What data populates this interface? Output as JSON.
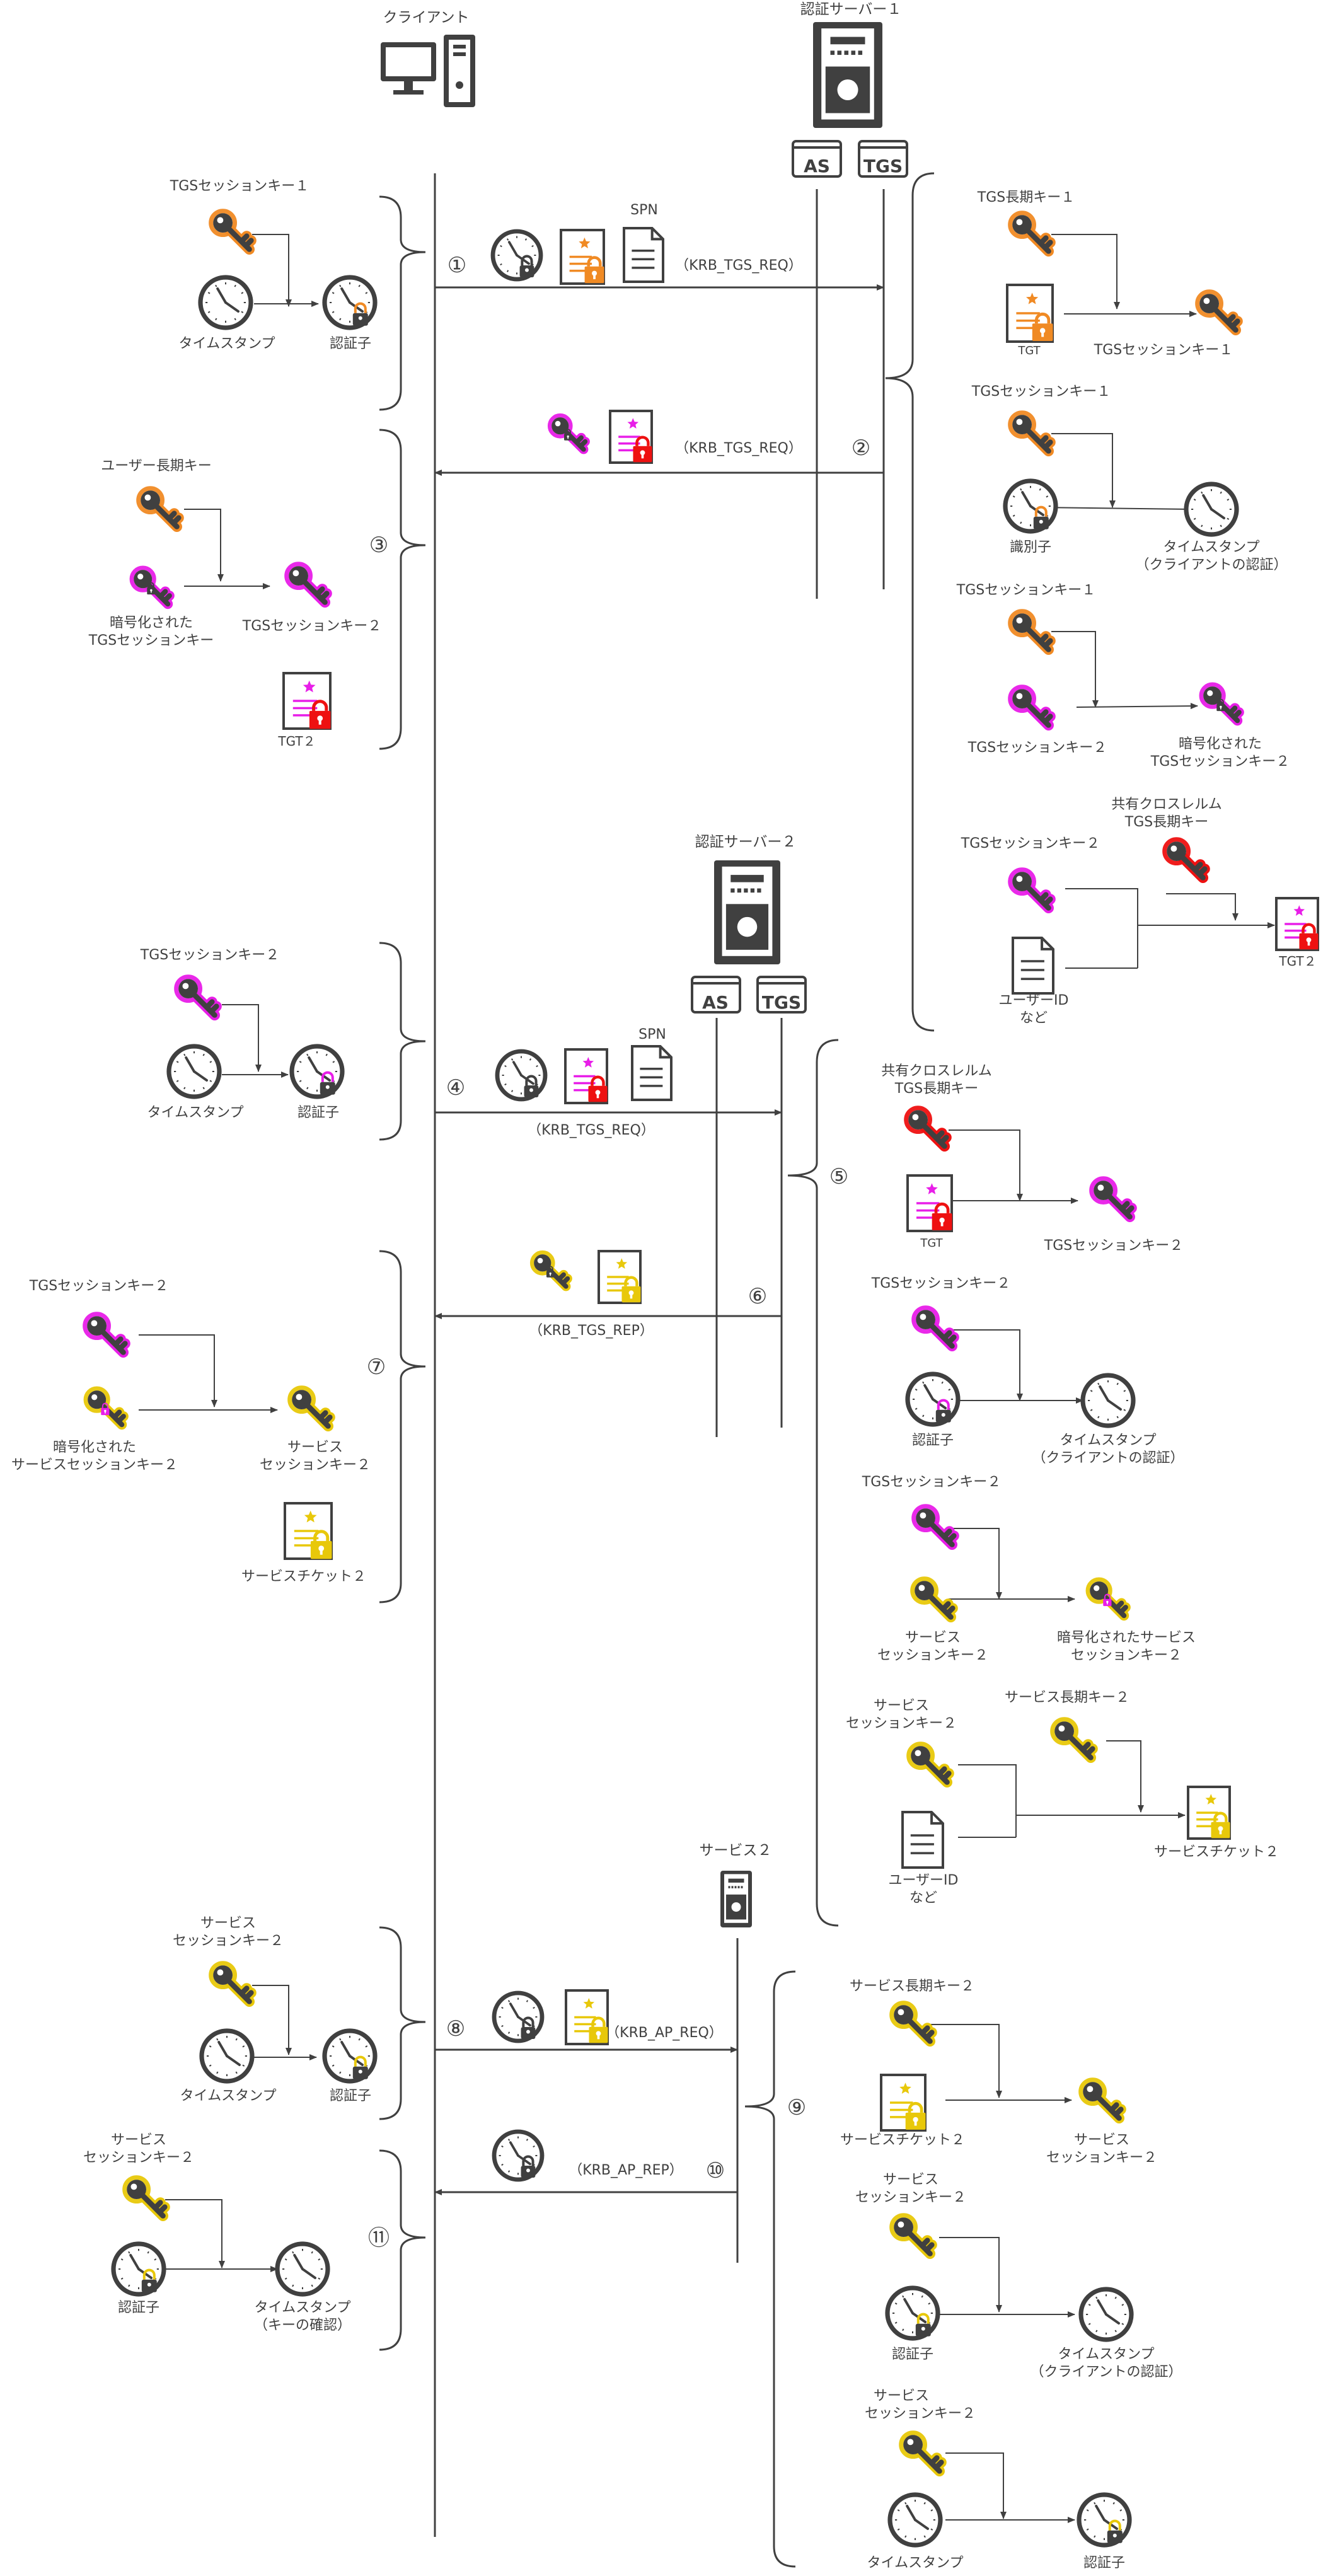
{
  "actors": {
    "client": "クライアント",
    "auth_server_1": "認証サーバー１",
    "auth_server_2": "認証サーバー２",
    "service_2": "サービス２",
    "as": "AS",
    "tgs": "TGS"
  },
  "messages": {
    "m1_num": "①",
    "m1_label": "（KRB_TGS_REQ）",
    "spn_1": "SPN",
    "m2_label": "（KRB_TGS_REQ）",
    "m2_num": "②",
    "m3_num": "③",
    "m4_num": "④",
    "spn_4": "SPN",
    "m4_label": "（KRB_TGS_REQ）",
    "m5_num": "⑤",
    "m6_num": "⑥",
    "m6_label": "（KRB_TGS_REP）",
    "m7_num": "⑦",
    "m8_num": "⑧",
    "m8_label": "（KRB_AP_REQ）",
    "m9_num": "⑨",
    "m10_label": "（KRB_AP_REP）",
    "m10_num": "⑩",
    "m11_num": "⑪"
  },
  "labels": {
    "s1_key": "TGSセッションキー１",
    "s1_ts": "タイムスタンプ",
    "s1_auth": "認証子",
    "r1_key": "TGS長期キー１",
    "r1_tgt": "TGT",
    "r1_out": "TGSセッションキー１",
    "r2_key": "TGSセッションキー１",
    "r2_id": "識別子",
    "r2_out1": "タイムスタンプ",
    "r2_out2": "（クライアントの認証）",
    "r3_key": "TGSセッションキー１",
    "r3_key2": "TGSセッションキー２",
    "r3_out1": "暗号化された",
    "r3_out2": "TGSセッションキー２",
    "r4_key": "TGSセッションキー２",
    "r4_cross1": "共有クロスレルム",
    "r4_cross2": "TGS長期キー",
    "r4_user1": "ユーザーID",
    "r4_user2": "など",
    "r4_out": "TGT２",
    "s3_key": "ユーザー長期キー",
    "s3_enc1": "暗号化された",
    "s3_enc2": "TGSセッションキー",
    "s3_out": "TGSセッションキー２",
    "s3_tgt": "TGT２",
    "s4_key": "TGSセッションキー２",
    "s4_ts": "タイムスタンプ",
    "s4_auth": "認証子",
    "p1_cross1": "共有クロスレルム",
    "p1_cross2": "TGS長期キー",
    "p1_tgt": "TGT",
    "p1_out": "TGSセッションキー２",
    "p2_key": "TGSセッションキー２",
    "p2_auth": "認証子",
    "p2_out1": "タイムスタンプ",
    "p2_out2": "（クライアントの認証）",
    "p3_key": "TGSセッションキー２",
    "p3_svc1": "サービス",
    "p3_svc2": "セッションキー２",
    "p3_out1": "暗号化されたサービス",
    "p3_out2": "セッションキー２",
    "p4_svc1": "サービス",
    "p4_svc2": "セッションキー２",
    "p4_long": "サービス長期キー２",
    "p4_user1": "ユーザーID",
    "p4_user2": "など",
    "p4_out": "サービスチケット２",
    "s7_key": "TGSセッションキー２",
    "s7_enc1": "暗号化された",
    "s7_enc2": "サービスセッションキー２",
    "s7_out1": "サービス",
    "s7_out2": "セッションキー２",
    "s7_ticket": "サービスチケット２",
    "s8_key1": "サービス",
    "s8_key2": "セッションキー２",
    "s8_ts": "タイムスタンプ",
    "s8_auth": "認証子",
    "q1_long": "サービス長期キー２",
    "q1_ticket": "サービスチケット２",
    "q1_out1": "サービス",
    "q1_out2": "セッションキー２",
    "q2_key1": "サービス",
    "q2_key2": "セッションキー２",
    "q2_auth": "認証子",
    "q2_out1": "タイムスタンプ",
    "q2_out2": "（クライアントの認証）",
    "q3_key1": "サービス",
    "q3_key2": "セッションキー２",
    "q3_ts": "タイムスタンプ",
    "q3_auth": "認証子",
    "s11_key1": "サービス",
    "s11_key2": "セッションキー２",
    "s11_auth": "認証子",
    "s11_out1": "タイムスタンプ",
    "s11_out2": "（キーの確認）"
  },
  "colors": {
    "ink": "#404040",
    "orange": "#f08a24",
    "magenta": "#e81ee8",
    "red": "#ee1111",
    "gold": "#e8c80a"
  },
  "icons": [
    "computer-icon",
    "server-icon",
    "key-icon",
    "clock-icon",
    "ticket-icon",
    "document-icon",
    "lock-icon"
  ]
}
